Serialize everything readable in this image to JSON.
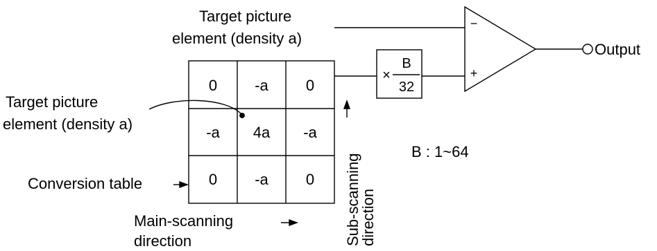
{
  "labels": {
    "top_target_line1": "Target picture",
    "top_target_line2": "element (density a)",
    "left_target_line1": "Target picture",
    "left_target_line2": "element (density a)",
    "conversion_table": "Conversion table",
    "main_scan_line1": "Main-scanning",
    "main_scan_line2": "direction",
    "sub_scan_line1": "Sub-scanning",
    "sub_scan_line2": "direction",
    "output": "Output",
    "b_range": "B : 1~64"
  },
  "matrix": [
    [
      "0",
      "-a",
      "0"
    ],
    [
      "-a",
      "4a",
      "-a"
    ],
    [
      "0",
      "-a",
      "0"
    ]
  ],
  "multiplier": {
    "times": "×",
    "numerator": "B",
    "denominator": "32"
  },
  "comparator": {
    "minus": "−",
    "plus": "+"
  }
}
